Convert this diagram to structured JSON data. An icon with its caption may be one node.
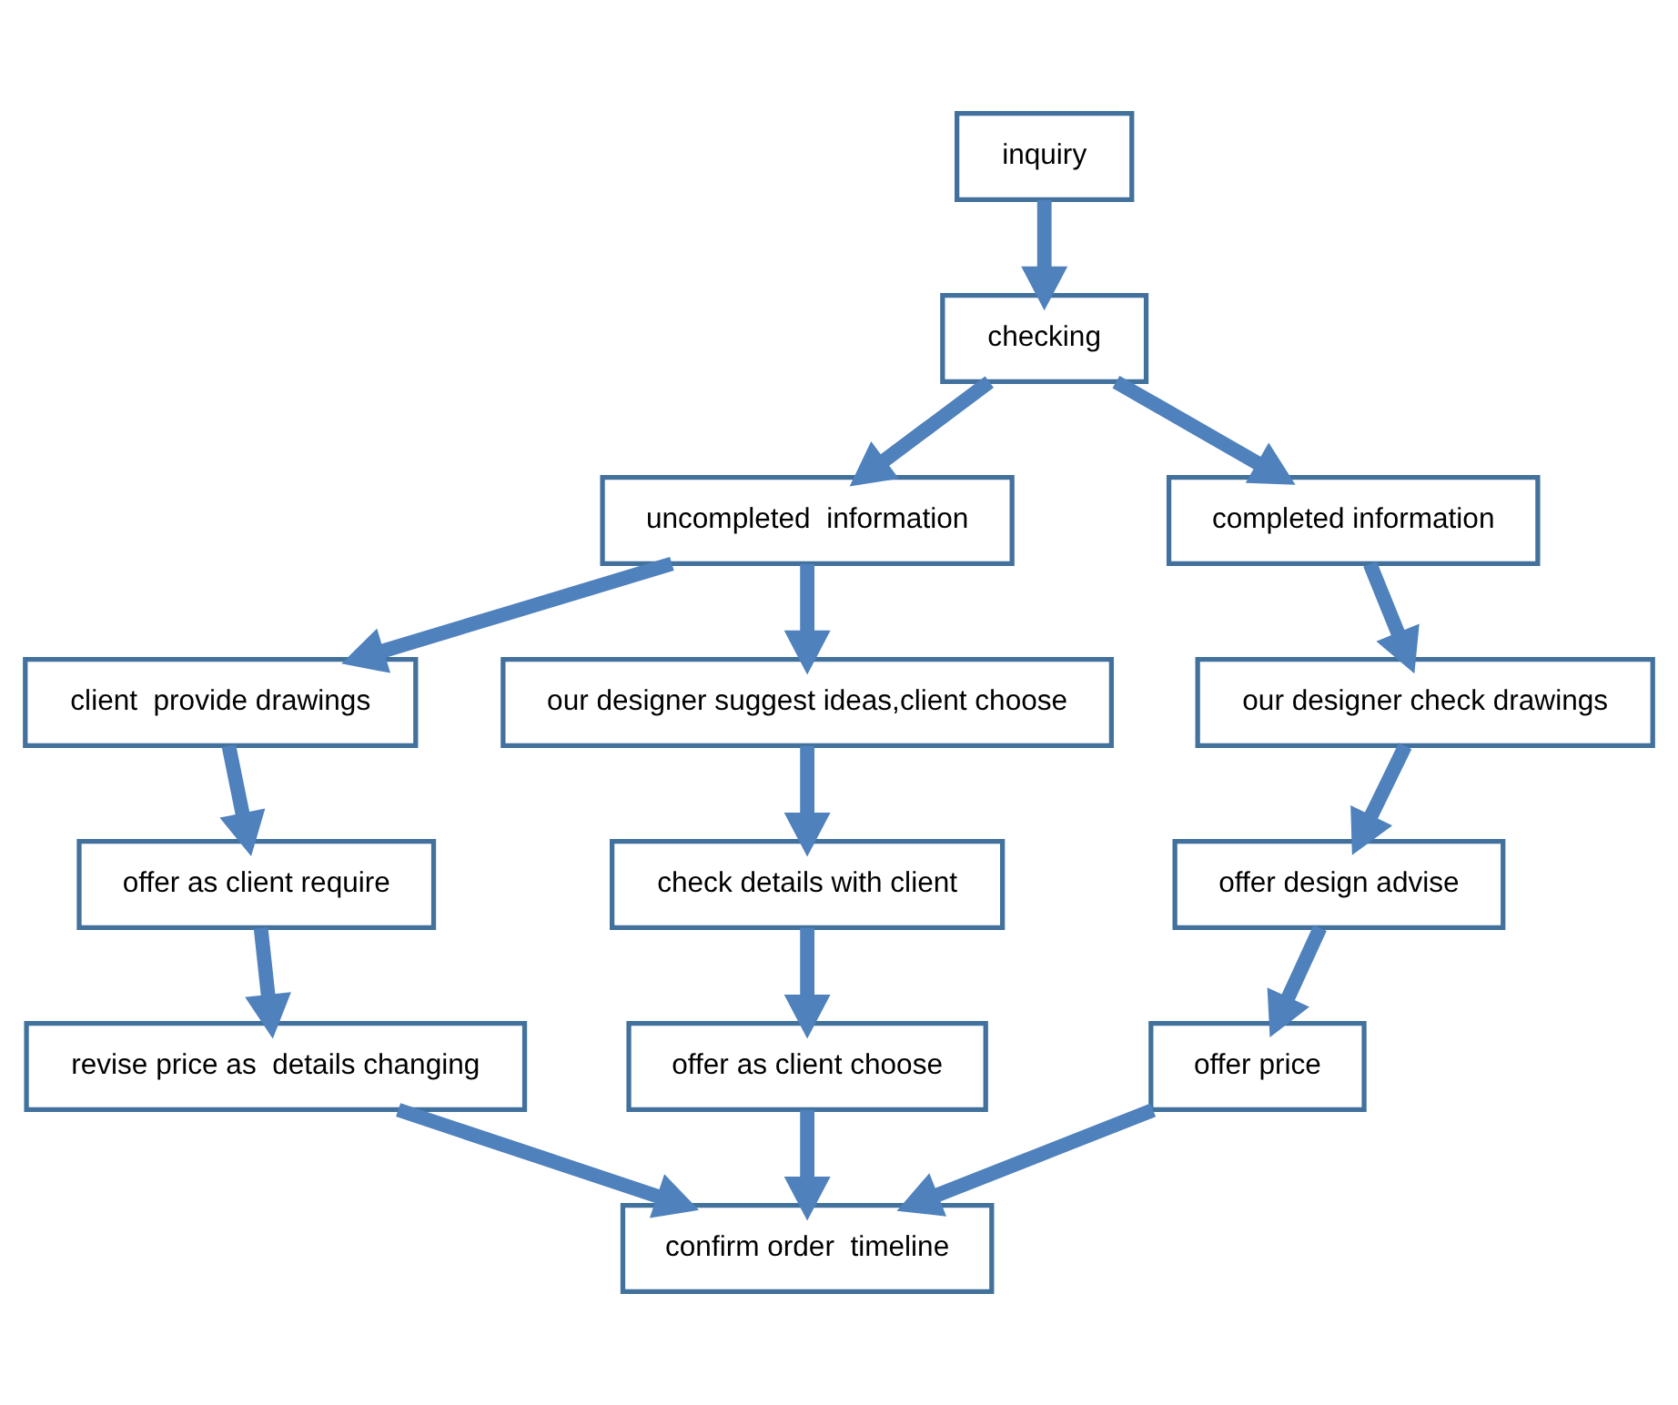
{
  "diagram": {
    "nodes": [
      {
        "text": [
          "inquiry"
        ]
      },
      {
        "text": [
          "checking"
        ]
      },
      {
        "text": [
          "uncompleted  information"
        ]
      },
      {
        "text": [
          "completed information"
        ]
      },
      {
        "text": [
          "client  provide drawings"
        ]
      },
      {
        "text": [
          "our designer suggest ideas,client choose"
        ]
      },
      {
        "text": [
          "offer as client require"
        ]
      },
      {
        "text": [
          "check details with client"
        ]
      },
      {
        "text": [
          "revise price as  details changing"
        ]
      },
      {
        "text": [
          "offer as client choose"
        ]
      },
      {
        "text": [
          "our designer check drawings"
        ]
      },
      {
        "text": [
          "offer design advise"
        ]
      },
      {
        "text": [
          "offer price"
        ]
      },
      {
        "text": [
          "confirm order  timeline"
        ]
      }
    ],
    "edges": [
      {
        "from": 0,
        "to": 1,
        "arrow": "to"
      },
      {
        "from": 1,
        "to": 2,
        "arrow": "to"
      },
      {
        "from": 1,
        "to": 3,
        "arrow": "to"
      },
      {
        "from": 2,
        "to": 4,
        "arrow": "to"
      },
      {
        "from": 2,
        "to": 5,
        "arrow": "to"
      },
      {
        "from": 4,
        "to": 6,
        "arrow": "to"
      },
      {
        "from": 6,
        "to": 8,
        "arrow": "to"
      },
      {
        "from": 8,
        "to": 13,
        "arrow": "to"
      },
      {
        "from": 5,
        "to": 7,
        "arrow": "to"
      },
      {
        "from": 7,
        "to": 9,
        "arrow": "to"
      },
      {
        "from": 9,
        "to": 13,
        "arrow": "to"
      },
      {
        "from": 3,
        "to": 10,
        "arrow": "to"
      },
      {
        "from": 10,
        "to": 11,
        "arrow": "to"
      },
      {
        "from": 11,
        "to": 12,
        "arrow": "to"
      },
      {
        "from": 12,
        "to": 13,
        "arrow": "to"
      }
    ]
  }
}
